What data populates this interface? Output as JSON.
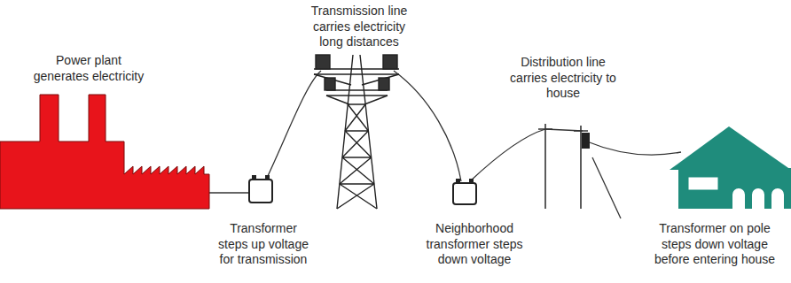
{
  "diagram": {
    "labels": [
      "Power plant generates electricity",
      "Transmission line carries electricity long distances",
      "Distribution line carries electricity to house",
      "Transformer steps up voltage for transmission",
      "Neighborhood transformer steps down voltage",
      "Transformer on pole steps down voltage before entering house"
    ]
  }
}
